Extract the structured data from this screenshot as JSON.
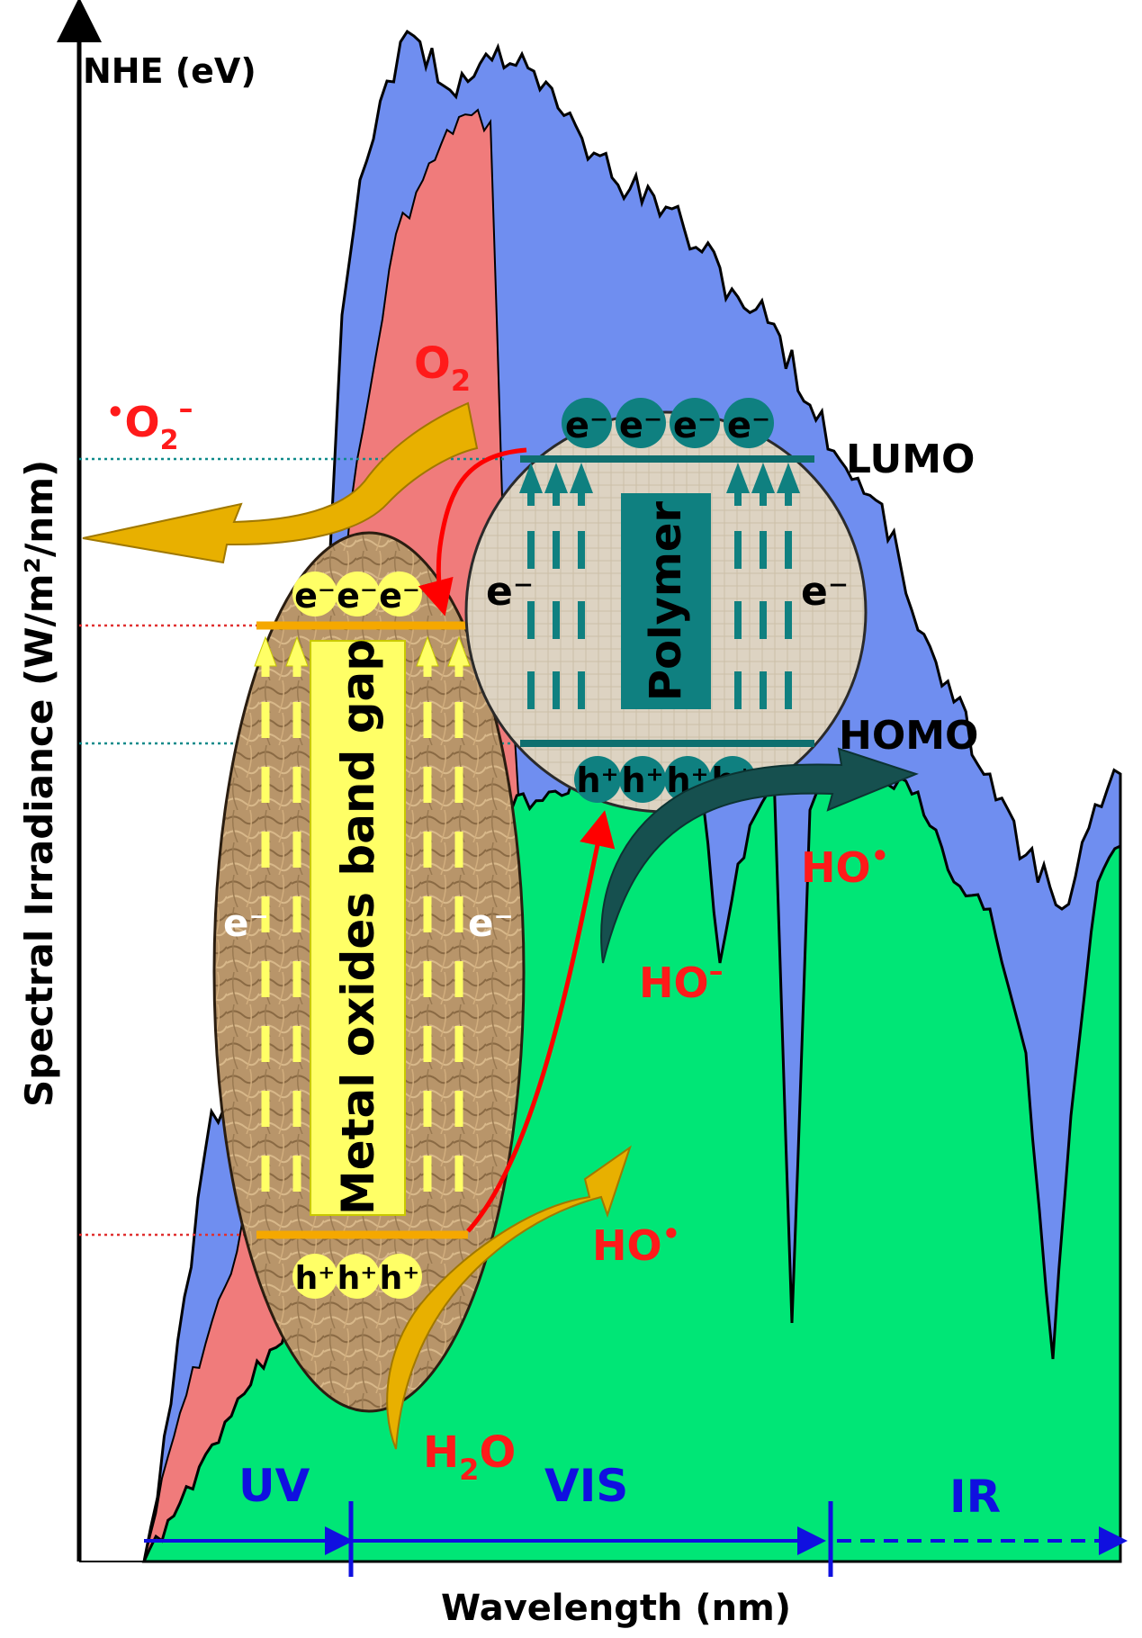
{
  "axes": {
    "energy_label": "NHE (eV)",
    "irradiance_label": "Spectral Irradiance (W/m²/nm)",
    "wavelength_label": "Wavelength (nm)"
  },
  "regions": {
    "uv": "UV",
    "vis": "VIS",
    "ir": "IR"
  },
  "metal_oxide": {
    "label": "Metal oxides band gap",
    "electron": "e⁻",
    "hole": "h⁺",
    "side_electron": "e⁻"
  },
  "polymer": {
    "label": "Polymer",
    "electron": "e⁻",
    "hole": "h⁺",
    "side_electron": "e⁻",
    "lumo": "LUMO",
    "homo": "HOMO"
  },
  "species": {
    "o2_base": "O",
    "o2_sub": "2",
    "superoxide_dot": "•",
    "superoxide_base": "O",
    "superoxide_sub": "2",
    "superoxide_sup": "–",
    "h2o_base": "H",
    "h2o_sub": "2",
    "h2o_rest": "O",
    "hydroxyl_radical_base": "HO",
    "hydroxyl_radical_dot": "•",
    "hydroxide_base": "HO",
    "hydroxide_sup": "–"
  },
  "colors": {
    "spectrum_blue": "#6f8ef0",
    "spectrum_red": "#f07b7b",
    "spectrum_green": "#00e676",
    "metal_oxide_fill": "#b8956a",
    "band_label_fill": "#ffff66",
    "level_orange": "#f5a800",
    "polymer_fill": "#ddd3c2",
    "polymer_teal": "#0f8080",
    "arrow_gold": "#e8b000",
    "arrow_dark_teal": "#16504f",
    "transfer_red": "#ff0000",
    "region_blue": "#1010e0",
    "species_red": "#ff1a1a"
  }
}
